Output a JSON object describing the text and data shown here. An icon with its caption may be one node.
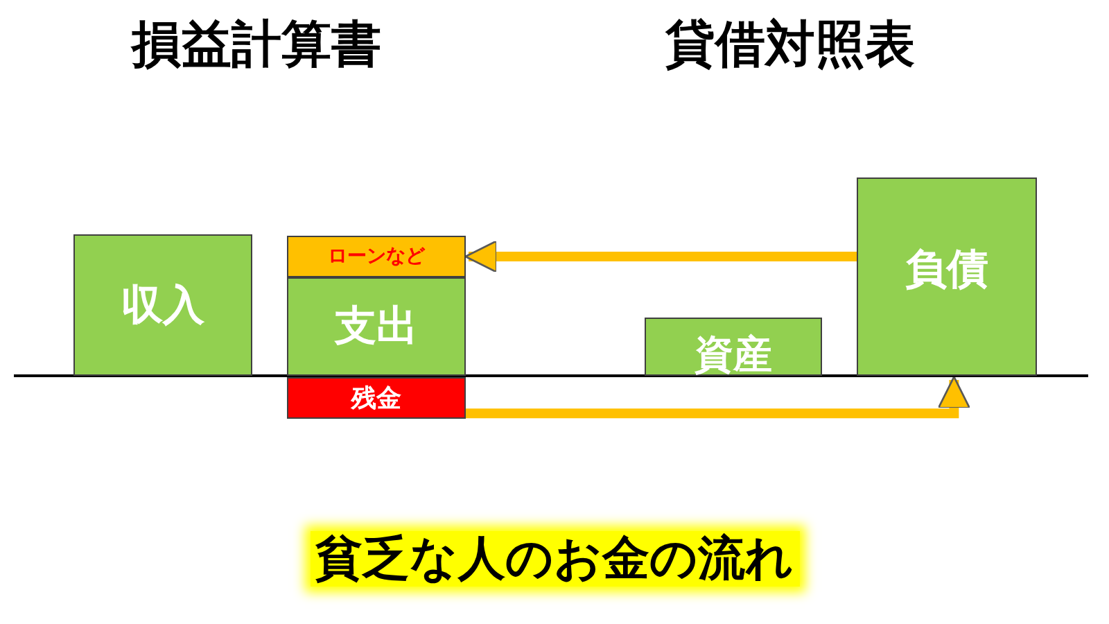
{
  "diagram": {
    "caption": "貧乏な人のお金の流れ",
    "nodes": [
      {
        "text": [
          "収入"
        ]
      },
      {
        "text": [
          "ローンなど"
        ]
      },
      {
        "text": [
          "支出"
        ]
      },
      {
        "text": [
          "残金"
        ]
      },
      {
        "text": [
          "資産"
        ]
      },
      {
        "text": [
          "負債"
        ]
      }
    ],
    "edges": [
      {
        "from": 5,
        "to": 1,
        "arrow": "to"
      },
      {
        "from": 3,
        "to": 5,
        "arrow": "to"
      }
    ],
    "labels": [
      "損益計算書",
      "貸借対照表"
    ]
  }
}
